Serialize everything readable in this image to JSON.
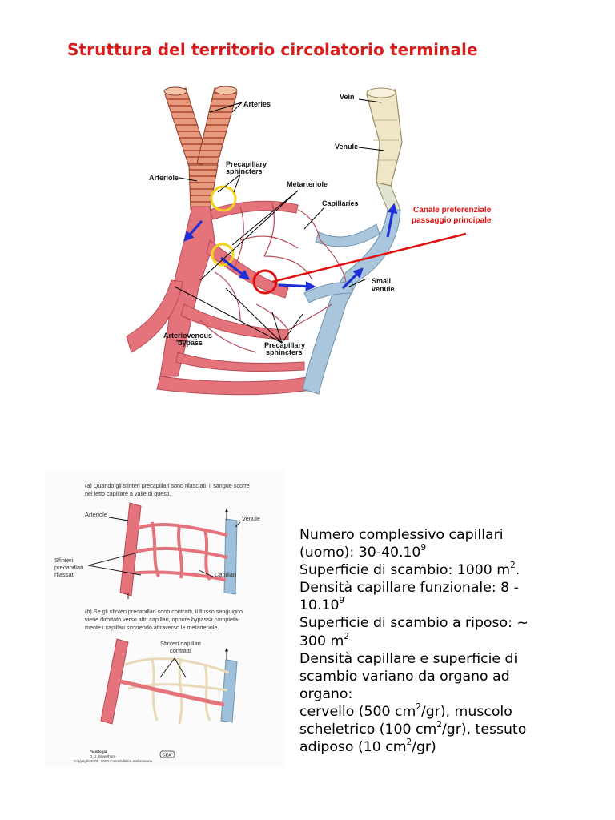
{
  "title": "Struttura del territorio circolatorio terminale",
  "top_figure": {
    "labels": {
      "arteries": "Arteries",
      "arteriole": "Arteriole",
      "precap_top_1": "Precapillary",
      "precap_top_2": "sphincters",
      "metarteriole": "Metarteriole",
      "capillaries": "Capillaries",
      "vein": "Vein",
      "venule": "Venule",
      "small_venule_1": "Small",
      "small_venule_2": "venule",
      "av_bypass_1": "Arteriovenous",
      "av_bypass_2": "bypass",
      "precap_bottom_1": "Precapillary",
      "precap_bottom_2": "sphincters"
    },
    "annotation_line1": "Canale preferenziale",
    "annotation_line2": "passaggio principale",
    "colors": {
      "artery": "#e5737c",
      "vein": "#a9c6dc",
      "highlight_circle": "#f2d21a",
      "annotation": "#e01010",
      "flow_arrow": "#1f2fd6"
    }
  },
  "bottom_figure": {
    "caption_a": [
      "(a) Quando gli sfinteri precapillari sono rilasciati, il sangue scorre",
      "nel letto capillare a valle di questi."
    ],
    "caption_b": [
      "(b) Se gli sfinteri precapillari sono contratti, il flusso sanguigno",
      "viene dirottato verso altri capillari, oppure bypassa completa-",
      "mente i capillari scorrendo attraverso le metarteriole."
    ],
    "labels": {
      "arteriole": "Arteriole",
      "venule": "Venule",
      "sfinteri_1": "Sfinteri",
      "sfinteri_2": "precapillari",
      "sfinteri_3": "rilassati",
      "capillari": "Capillari",
      "contratti_1": "Sfinteri capillari",
      "contratti_2": "contratti"
    },
    "credits": [
      "Fisiologia",
      "D.U. Silverthorn",
      "Copyright 2005, 2000 Casa Editrice Ambrosiana"
    ],
    "logo_text": "CEA"
  },
  "stats": {
    "line1": "Numero complessivo capillari",
    "line2_pre": "(uomo): 30-40.10",
    "line2_sup": "9",
    "line3_pre": "Superficie di scambio: 1000 m",
    "line3_sup": "2",
    "line3_post": ".",
    "line4": "Densità capillare funzionale: 8 -",
    "line5_pre": "10.10",
    "line5_sup": "9",
    "line6": "Superficie di scambio a riposo: ~",
    "line7_pre": "300 m",
    "line7_sup": "2",
    "line8": "Densità capillare e superficie di",
    "line9": "scambio variano da organo ad",
    "line10": "organo:",
    "line11_pre": "cervello (500 cm",
    "line11_sup": "2",
    "line11_post": "/gr), muscolo",
    "line12_pre": "scheletrico (100 cm",
    "line12_sup": "2",
    "line12_post": "/gr), tessuto",
    "line13_pre": "adiposo (10 cm",
    "line13_sup": "2",
    "line13_post": "/gr)"
  }
}
